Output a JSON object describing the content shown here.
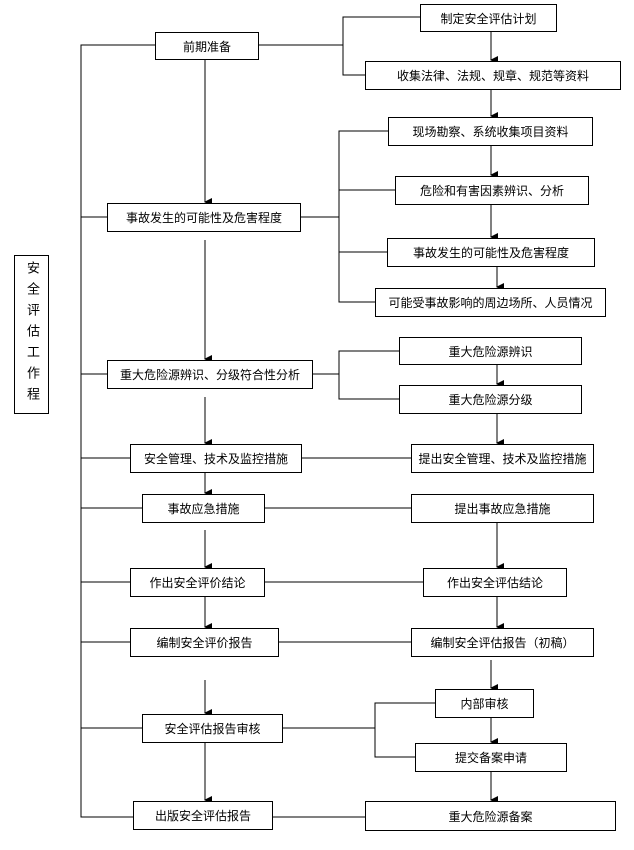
{
  "side_label": "安全评估工作程",
  "left_column": [
    "前期准备",
    "事故发生的可能性及危害程度",
    "重大危险源辨识、分级符合性分析",
    "安全管理、技术及监控措施",
    "事故应急措施",
    "作出安全评价结论",
    "编制安全评价报告",
    "安全评估报告审核",
    "出版安全评估报告"
  ],
  "right_column": [
    "制定安全评估计划",
    "收集法律、法规、规章、规范等资料",
    "现场勘察、系统收集项目资料",
    "危险和有害因素辨识、分析",
    "事故发生的可能性及危害程度",
    "可能受事故影响的周边场所、人员情况",
    "重大危险源辨识",
    "重大危险源分级",
    "提出安全管理、技术及监控措施",
    "提出事故应急措施",
    "作出安全评估结论",
    "编制安全评估报告（初稿）",
    "内部审核",
    "提交备案申请",
    "重大危险源备案"
  ]
}
